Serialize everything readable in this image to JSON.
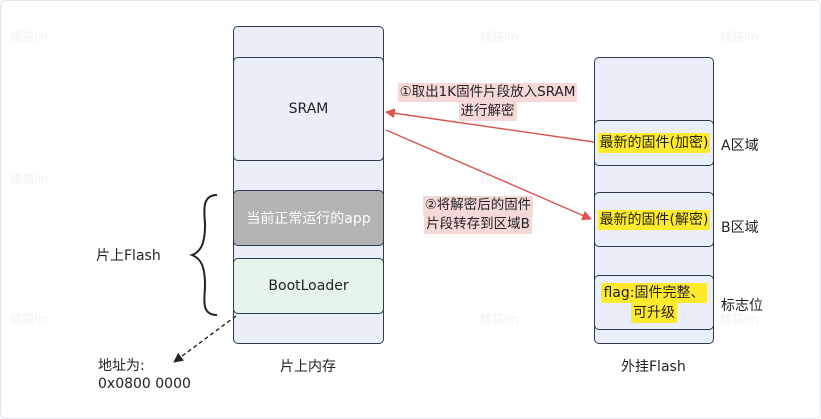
{
  "onchip": {
    "sram_label": "SRAM",
    "app_label": "当前正常运行的app",
    "bootloader_label": "BootLoader",
    "caption": "片上内存",
    "brace_label": "片上Flash"
  },
  "external": {
    "block_a": "最新的固件(加密)",
    "block_b": "最新的固件(解密)",
    "flag_line1": "flag:固件完整、",
    "flag_line2": "可升级",
    "label_a": "A区域",
    "label_b": "B区域",
    "label_flag": "标志位",
    "caption": "外挂Flash"
  },
  "arrows": {
    "step1_line1": "①取出1K固件片段放入SRAM",
    "step1_line2": "进行解密",
    "step2_line1": "②将解密后的固件",
    "step2_line2": "片段转存到区域B"
  },
  "address": {
    "line1": "地址为:",
    "line2": "0x0800 0000"
  },
  "watermark": "橘猫lin",
  "colors": {
    "arrow": "#d9534f",
    "highlight": "#ffea2e",
    "callout_bg": "#f7d8d8",
    "border": "#2b3b55"
  }
}
